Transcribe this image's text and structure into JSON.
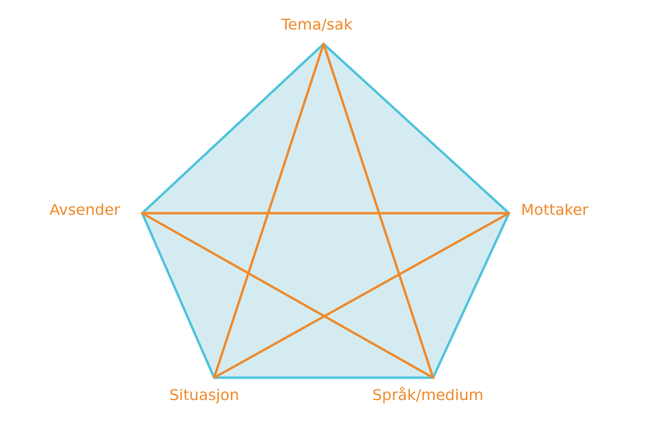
{
  "colors": {
    "pentagon_fill": "#d4ecf1",
    "pentagon_stroke": "#4fc3dc",
    "star_stroke": "#ef8a2c",
    "label_text": "#ef8a2c"
  },
  "labels": {
    "top": "Tema/sak",
    "left": "Avsender",
    "right": "Mottaker",
    "bottom_left": "Situasjon",
    "bottom_right": "Språk/medium"
  }
}
